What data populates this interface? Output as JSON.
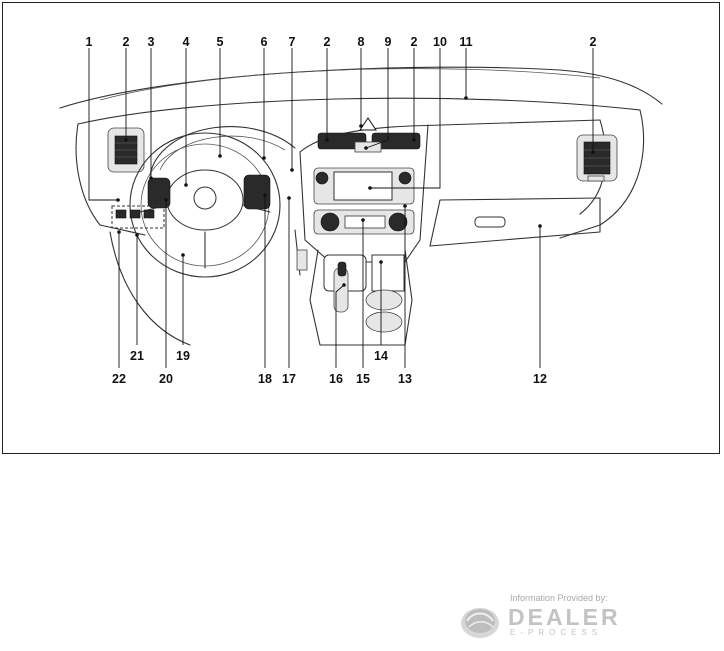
{
  "callouts": {
    "top": [
      {
        "id": "c1",
        "text": "1"
      },
      {
        "id": "c2a",
        "text": "2"
      },
      {
        "id": "c3",
        "text": "3"
      },
      {
        "id": "c4",
        "text": "4"
      },
      {
        "id": "c5",
        "text": "5"
      },
      {
        "id": "c6",
        "text": "6"
      },
      {
        "id": "c7",
        "text": "7"
      },
      {
        "id": "c2b",
        "text": "2"
      },
      {
        "id": "c8",
        "text": "8"
      },
      {
        "id": "c9",
        "text": "9"
      },
      {
        "id": "c2c",
        "text": "2"
      },
      {
        "id": "c10",
        "text": "10"
      },
      {
        "id": "c11",
        "text": "11"
      },
      {
        "id": "c2d",
        "text": "2"
      }
    ],
    "bottom": [
      {
        "id": "c22",
        "text": "22"
      },
      {
        "id": "c21",
        "text": "21"
      },
      {
        "id": "c20",
        "text": "20"
      },
      {
        "id": "c19",
        "text": "19"
      },
      {
        "id": "c18",
        "text": "18"
      },
      {
        "id": "c17",
        "text": "17"
      },
      {
        "id": "c16",
        "text": "16"
      },
      {
        "id": "c15",
        "text": "15"
      },
      {
        "id": "c14",
        "text": "14"
      },
      {
        "id": "c13",
        "text": "13"
      },
      {
        "id": "c12",
        "text": "12"
      }
    ]
  },
  "credit": {
    "caption": "Information Provided by:",
    "brand": "DEALER",
    "sub": "E-PROCESS",
    "logo_icon": "globe-logo-icon"
  }
}
